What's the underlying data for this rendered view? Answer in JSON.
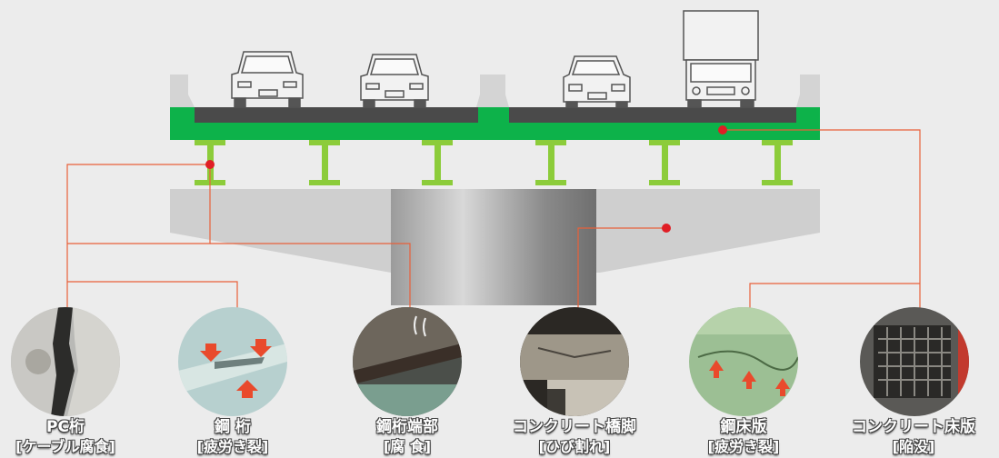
{
  "colors": {
    "background": "#ececec",
    "deck_green": "#0db24a",
    "girder_green": "#8ccc3a",
    "road_surface": "#4a4a4a",
    "pier_gray": "#cfcfcf",
    "leader_line": "#e8603a",
    "marker_red": "#e01e25"
  },
  "vehicles": [
    {
      "name": "sedan"
    },
    {
      "name": "sedan"
    },
    {
      "name": "sedan"
    },
    {
      "name": "truck"
    }
  ],
  "damage_items": [
    {
      "line1": "PC桁",
      "line2": "[ケーブル腐食]",
      "icon": "pc-girder-photo"
    },
    {
      "line1": "鋼 桁",
      "line2": "[疲労き裂]",
      "icon": "steel-girder-photo"
    },
    {
      "line1": "鋼桁端部",
      "line2": "[腐 食]",
      "icon": "steel-girder-end-photo"
    },
    {
      "line1": "コンクリート橋脚",
      "line2": "[ひび割れ]",
      "icon": "concrete-pier-photo"
    },
    {
      "line1": "鋼床版",
      "line2": "[疲労き裂]",
      "icon": "steel-deck-photo"
    },
    {
      "line1": "コンクリート床版",
      "line2": "[陥没]",
      "icon": "concrete-slab-photo"
    }
  ]
}
